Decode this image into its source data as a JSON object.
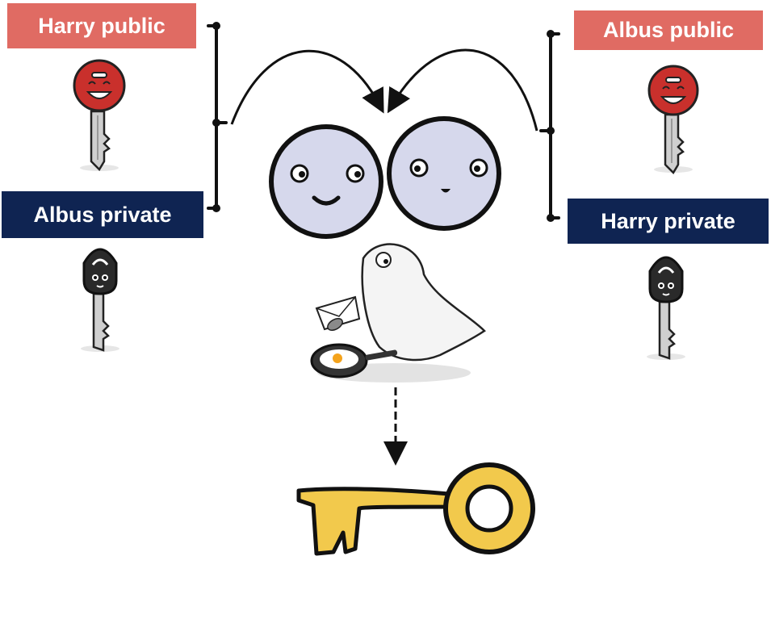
{
  "labels": {
    "harry_public": "Harry public",
    "albus_public": "Albus public",
    "albus_private": "Albus private",
    "harry_private": "Harry private"
  },
  "icons": {
    "public_key": "red-smiling-key-icon",
    "private_key": "black-padlock-key-icon",
    "combined_faces": "two-circle-faces-icon",
    "cooking_bird": "bird-cooking-egg-icon",
    "shared_key": "golden-shared-key-icon"
  },
  "colors": {
    "public_label_bg": "#e06b63",
    "private_label_bg": "#0f2452",
    "public_key": "#c9302c",
    "private_key": "#2a2a2a",
    "shared_key": "#f2c94c",
    "face": "#d6d8ec"
  }
}
